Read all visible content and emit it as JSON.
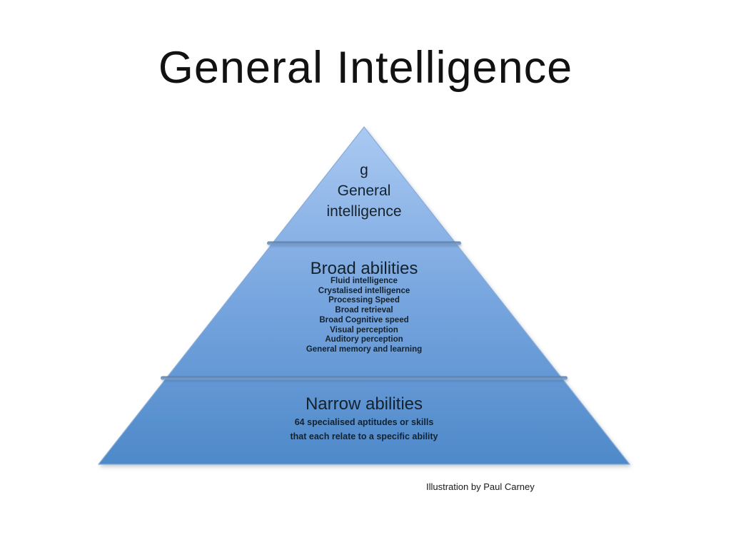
{
  "title": "General Intelligence",
  "pyramid": {
    "tier_top": {
      "line1": "g",
      "line2": "General",
      "line3": "intelligence"
    },
    "tier_middle": {
      "heading": "Broad abilities",
      "items": [
        "Fluid intelligence",
        "Crystalised intelligence",
        "Processing Speed",
        "Broad retrieval",
        "Broad Cognitive speed",
        "Visual perception",
        "Auditory perception",
        "General memory and learning"
      ]
    },
    "tier_bottom": {
      "heading": "Narrow abilities",
      "line1": "64 specialised aptitudes or skills",
      "line2": "that each relate to a specific ability"
    }
  },
  "attribution": "Illustration by Paul Carney",
  "colors": {
    "background": "#ffffff",
    "pyramid_top": "#aac9f2",
    "pyramid_mid": "#78a6df",
    "pyramid_bottom": "#4e89c9",
    "pyramid_edge": "#88abd8",
    "divider_dark": "#55799f",
    "divider_light": "#7ba1d1",
    "text_dark": "#14222e",
    "title_color": "#121212"
  }
}
